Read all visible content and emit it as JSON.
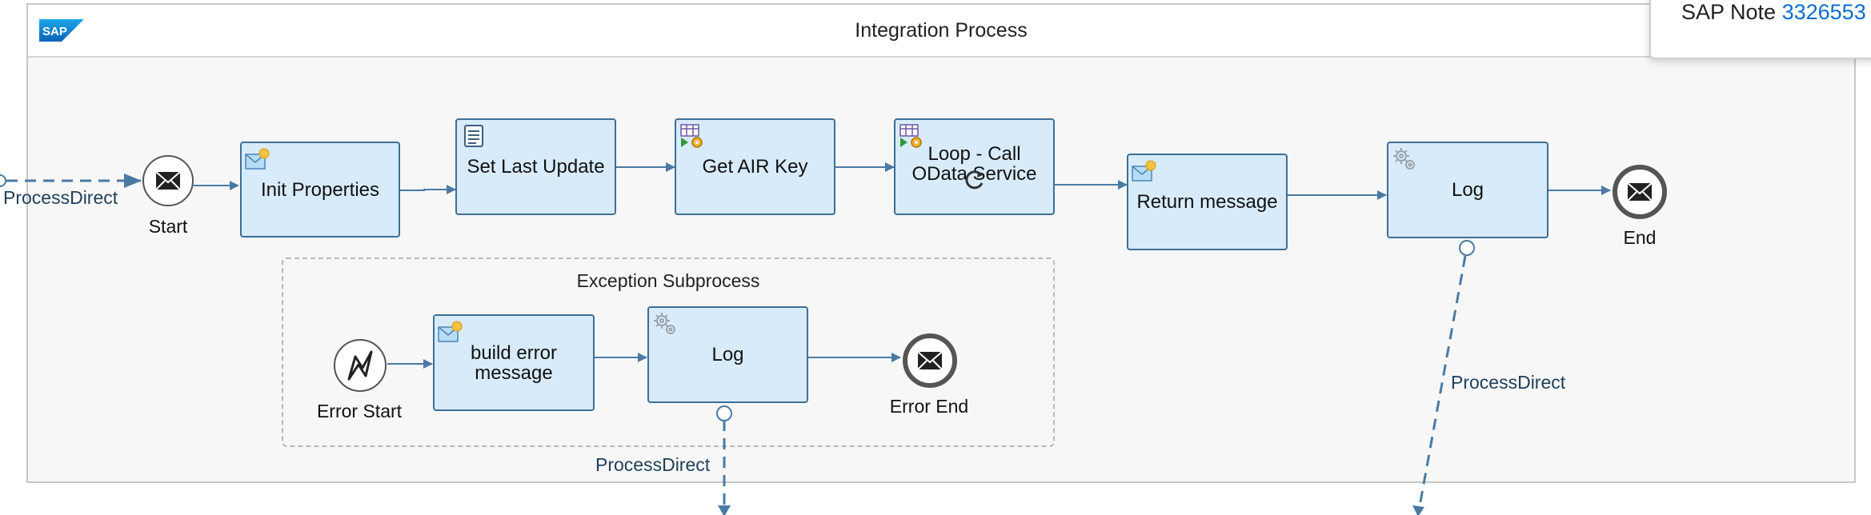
{
  "pool": {
    "title": "Integration Process",
    "logo": "SAP"
  },
  "note": {
    "prefix": "SAP Note",
    "number": "3326553"
  },
  "subprocess": {
    "title": "Exception Subprocess"
  },
  "tasks": {
    "init_properties": "Init Properties",
    "set_last_update": "Set Last Update",
    "get_air_key": "Get AIR Key",
    "loop_call_odata": "Loop - Call OData Service",
    "return_message": "Return message",
    "log_main": "Log",
    "build_error_message": "build error message",
    "log_error": "Log"
  },
  "events": {
    "start": "Start",
    "end": "End",
    "error_start": "Error Start",
    "error_end": "Error End"
  },
  "flows": {
    "incoming": "ProcessDirect",
    "log_main_out": "ProcessDirect",
    "log_error_out": "ProcessDirect"
  },
  "colors": {
    "task_fill": "#d8ebfb",
    "task_border": "#3d6f96",
    "connector": "#4a7aa3",
    "link": "#0a6ed1"
  },
  "icons": {
    "content_modifier": "envelope-sun-icon",
    "script": "script-icon",
    "request_reply": "table-gear-icon",
    "log_step": "gear-icon",
    "message": "envelope-icon",
    "error": "lightning-icon",
    "loading": "refresh-spinner-icon"
  }
}
